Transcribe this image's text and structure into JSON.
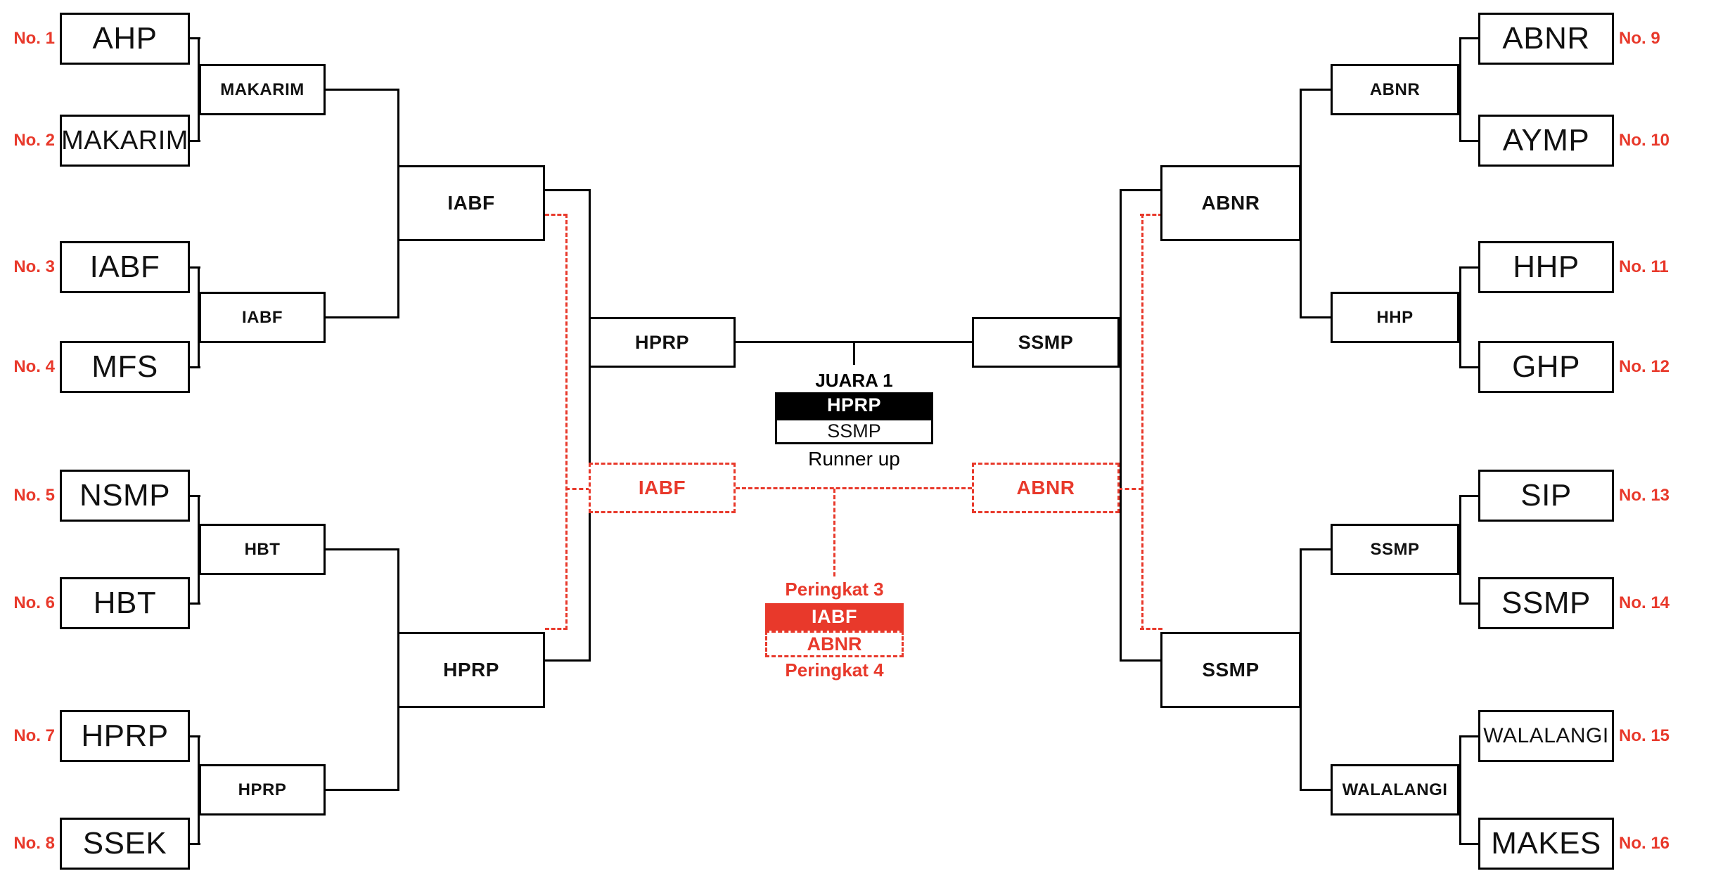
{
  "colors": {
    "accent_red": "#e8392b",
    "line_black": "#000000"
  },
  "left": {
    "seeds": [
      {
        "no": "No. 1",
        "team": "AHP"
      },
      {
        "no": "No. 2",
        "team": "MAKARIM"
      },
      {
        "no": "No. 3",
        "team": "IABF"
      },
      {
        "no": "No. 4",
        "team": "MFS"
      },
      {
        "no": "No. 5",
        "team": "NSMP"
      },
      {
        "no": "No. 6",
        "team": "HBT"
      },
      {
        "no": "No. 7",
        "team": "HPRP"
      },
      {
        "no": "No. 8",
        "team": "SSEK"
      }
    ],
    "quarterfinal_winners": [
      "MAKARIM",
      "IABF",
      "HBT",
      "HPRP"
    ],
    "semifinal_winners": [
      "IABF",
      "HPRP"
    ],
    "finalist": "HPRP",
    "third_place_qualifier": "IABF"
  },
  "right": {
    "seeds": [
      {
        "no": "No. 9",
        "team": "ABNR"
      },
      {
        "no": "No. 10",
        "team": "AYMP"
      },
      {
        "no": "No. 11",
        "team": "HHP"
      },
      {
        "no": "No. 12",
        "team": "GHP"
      },
      {
        "no": "No. 13",
        "team": "SIP"
      },
      {
        "no": "No. 14",
        "team": "SSMP"
      },
      {
        "no": "No. 15",
        "team": "WALALANGI"
      },
      {
        "no": "No. 16",
        "team": "MAKES"
      }
    ],
    "quarterfinal_winners": [
      "ABNR",
      "HHP",
      "SSMP",
      "WALALANGI"
    ],
    "semifinal_winners": [
      "ABNR",
      "SSMP"
    ],
    "finalist": "SSMP",
    "third_place_qualifier": "ABNR"
  },
  "final": {
    "champion_label": "JUARA 1",
    "champion": "HPRP",
    "runner_up": "SSMP",
    "runner_up_label": "Runner up"
  },
  "third_place_match": {
    "third_label": "Peringkat 3",
    "third": "IABF",
    "fourth": "ABNR",
    "fourth_label": "Peringkat 4"
  }
}
